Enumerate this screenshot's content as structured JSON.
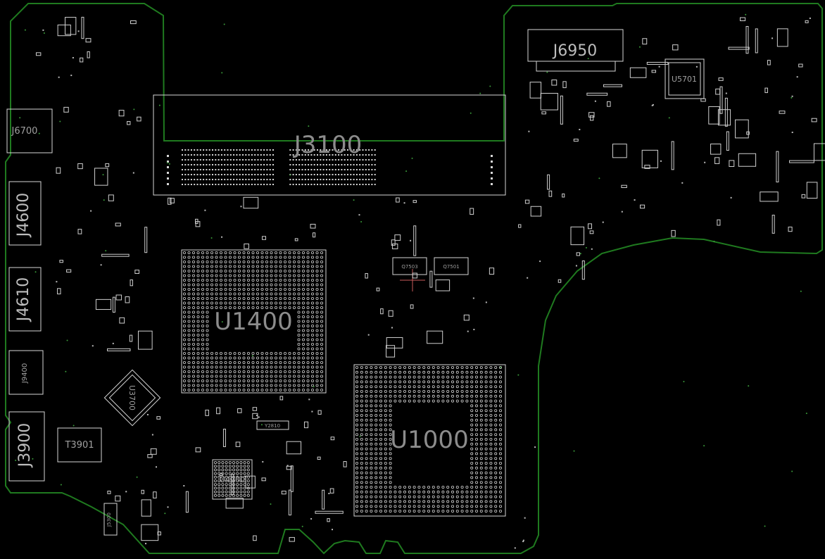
{
  "board": {
    "outline_color": "#1f7a1f",
    "component_color": "#d6d6d6",
    "background": "#000000"
  },
  "components": {
    "J3100": "J3100",
    "J6950": "J6950",
    "J6700": "J6700",
    "J4600": "J4600",
    "J4610": "J4610",
    "J9400": "J9400",
    "J3900": "J3900",
    "T3901": "T3901",
    "U1400": "U1400",
    "U1000": "U1000",
    "U3700": "U3700",
    "U5701": "U5701",
    "U4900": "U4900",
    "J5300": "J5300",
    "Q7503": "Q7503",
    "Q7501": "Q7501",
    "Y2810": "Y2810"
  }
}
